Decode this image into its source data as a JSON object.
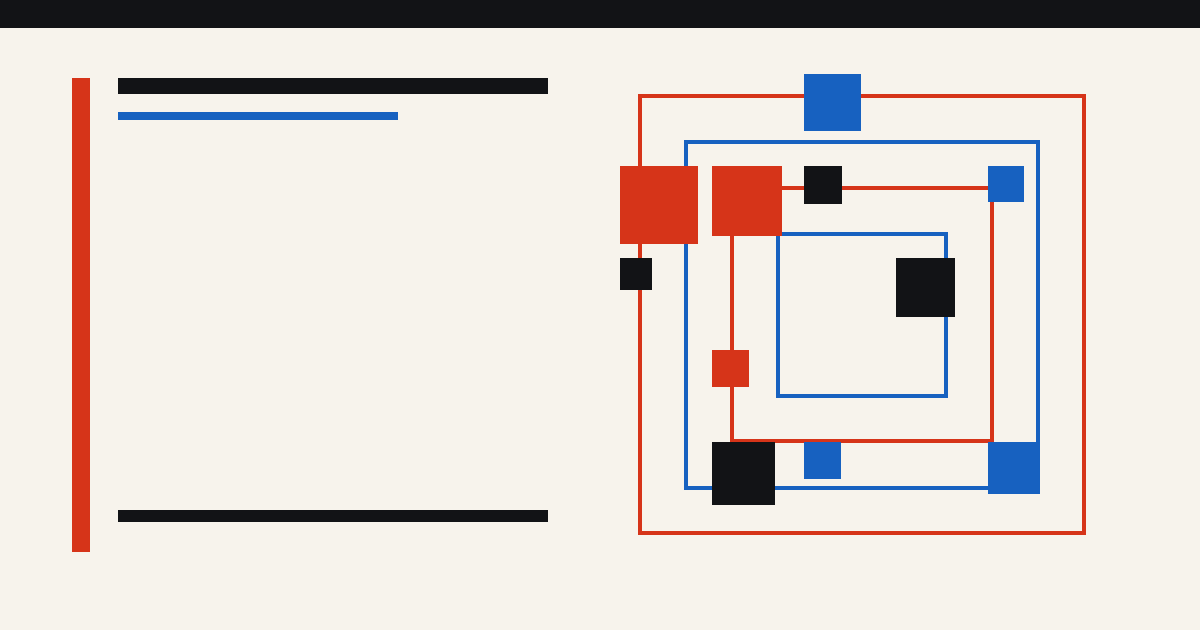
{
  "palette": {
    "background": "#f7f3ec",
    "ink": "#121316",
    "red": "#d63419",
    "blue": "#1761c0"
  },
  "composition": {
    "style": "bauhaus-geometric",
    "frames": [
      {
        "color": "red"
      },
      {
        "color": "blue"
      },
      {
        "color": "red"
      },
      {
        "color": "blue"
      }
    ],
    "blocks": [
      {
        "color": "blue"
      },
      {
        "color": "red"
      },
      {
        "color": "red"
      },
      {
        "color": "ink"
      },
      {
        "color": "blue"
      },
      {
        "color": "ink"
      },
      {
        "color": "ink"
      },
      {
        "color": "red"
      },
      {
        "color": "ink"
      },
      {
        "color": "blue"
      },
      {
        "color": "blue"
      }
    ]
  }
}
